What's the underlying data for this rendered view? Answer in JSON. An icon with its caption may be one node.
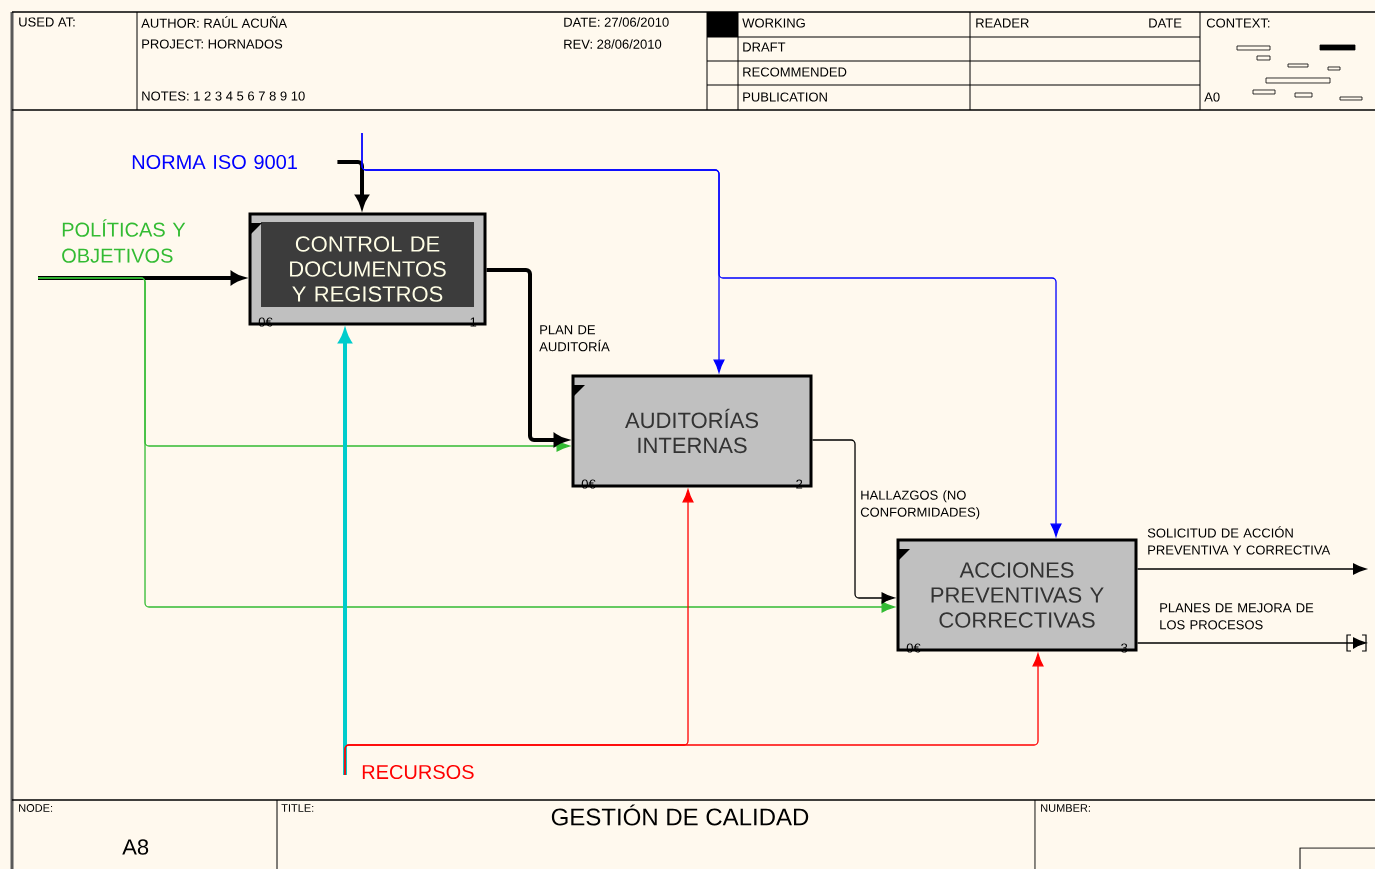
{
  "diagram": {
    "title": "GESTIÓN DE CALIDAD",
    "nodes": [
      {
        "text": [
          "NORMA ISO 9001"
        ]
      },
      {
        "text": [
          "POLÍTICAS Y OBJETIVOS"
        ]
      },
      {
        "text": [
          "CONTROL DE DOCUMENTOS Y REGISTROS",
          "0€",
          "1"
        ]
      },
      {
        "text": [
          "AUDITORÍAS INTERNAS",
          "0€",
          "2"
        ]
      },
      {
        "text": [
          "ACCIONES PREVENTIVAS Y CORRECTIVAS",
          "0€",
          "3"
        ]
      },
      {
        "text": [
          "RECURSOS"
        ]
      }
    ],
    "edges": [
      {
        "from": 0,
        "to": 2,
        "arrow": "to",
        "style": "thick"
      },
      {
        "from": 0,
        "to": 3,
        "arrow": "to",
        "color": "#0000ff"
      },
      {
        "from": 0,
        "to": 4,
        "arrow": "to",
        "color": "#0000ff"
      },
      {
        "from": 1,
        "to": 2,
        "arrow": "to",
        "style": "thick"
      },
      {
        "from": 1,
        "to": 3,
        "arrow": "to",
        "color": "#33bb33"
      },
      {
        "from": 1,
        "to": 4,
        "arrow": "to",
        "color": "#33bb33"
      },
      {
        "from": 5,
        "to": 2,
        "arrow": "to",
        "style": "thick",
        "color": "#00cccc"
      },
      {
        "from": 5,
        "to": 3,
        "arrow": "to",
        "color": "#ff0000"
      },
      {
        "from": 5,
        "to": 4,
        "arrow": "to",
        "color": "#ff0000"
      },
      {
        "from": 2,
        "to": 3,
        "arrow": "to",
        "style": "thick",
        "label": "PLAN DE AUDITORÍA"
      },
      {
        "from": 3,
        "to": 4,
        "arrow": "to",
        "label": "HALLAZGOS (NO CONFORMIDADES)"
      },
      {
        "from": 4,
        "to": null,
        "arrow": "to",
        "label": "SOLICITUD DE ACCIÓN PREVENTIVA Y CORRECTIVA"
      },
      {
        "from": 4,
        "to": null,
        "arrow": "to",
        "label": "PLANES DE MEJORA DE LOS PROCESOS"
      }
    ],
    "labels": [
      "USED AT:",
      "AUTHOR: RAÚL ACUÑA",
      "PROJECT: HORNADOS",
      "NOTES: 1 2 3 4 5 6 7 8 9 10",
      "DATE: 27/06/2010",
      "REV: 28/06/2010",
      "WORKING",
      "READER",
      "DATE",
      "CONTEXT:",
      "DRAFT",
      "RECOMMENDED",
      "PUBLICATION",
      "A0",
      "NODE:",
      "A8",
      "TITLE:",
      "NUMBER:"
    ]
  }
}
